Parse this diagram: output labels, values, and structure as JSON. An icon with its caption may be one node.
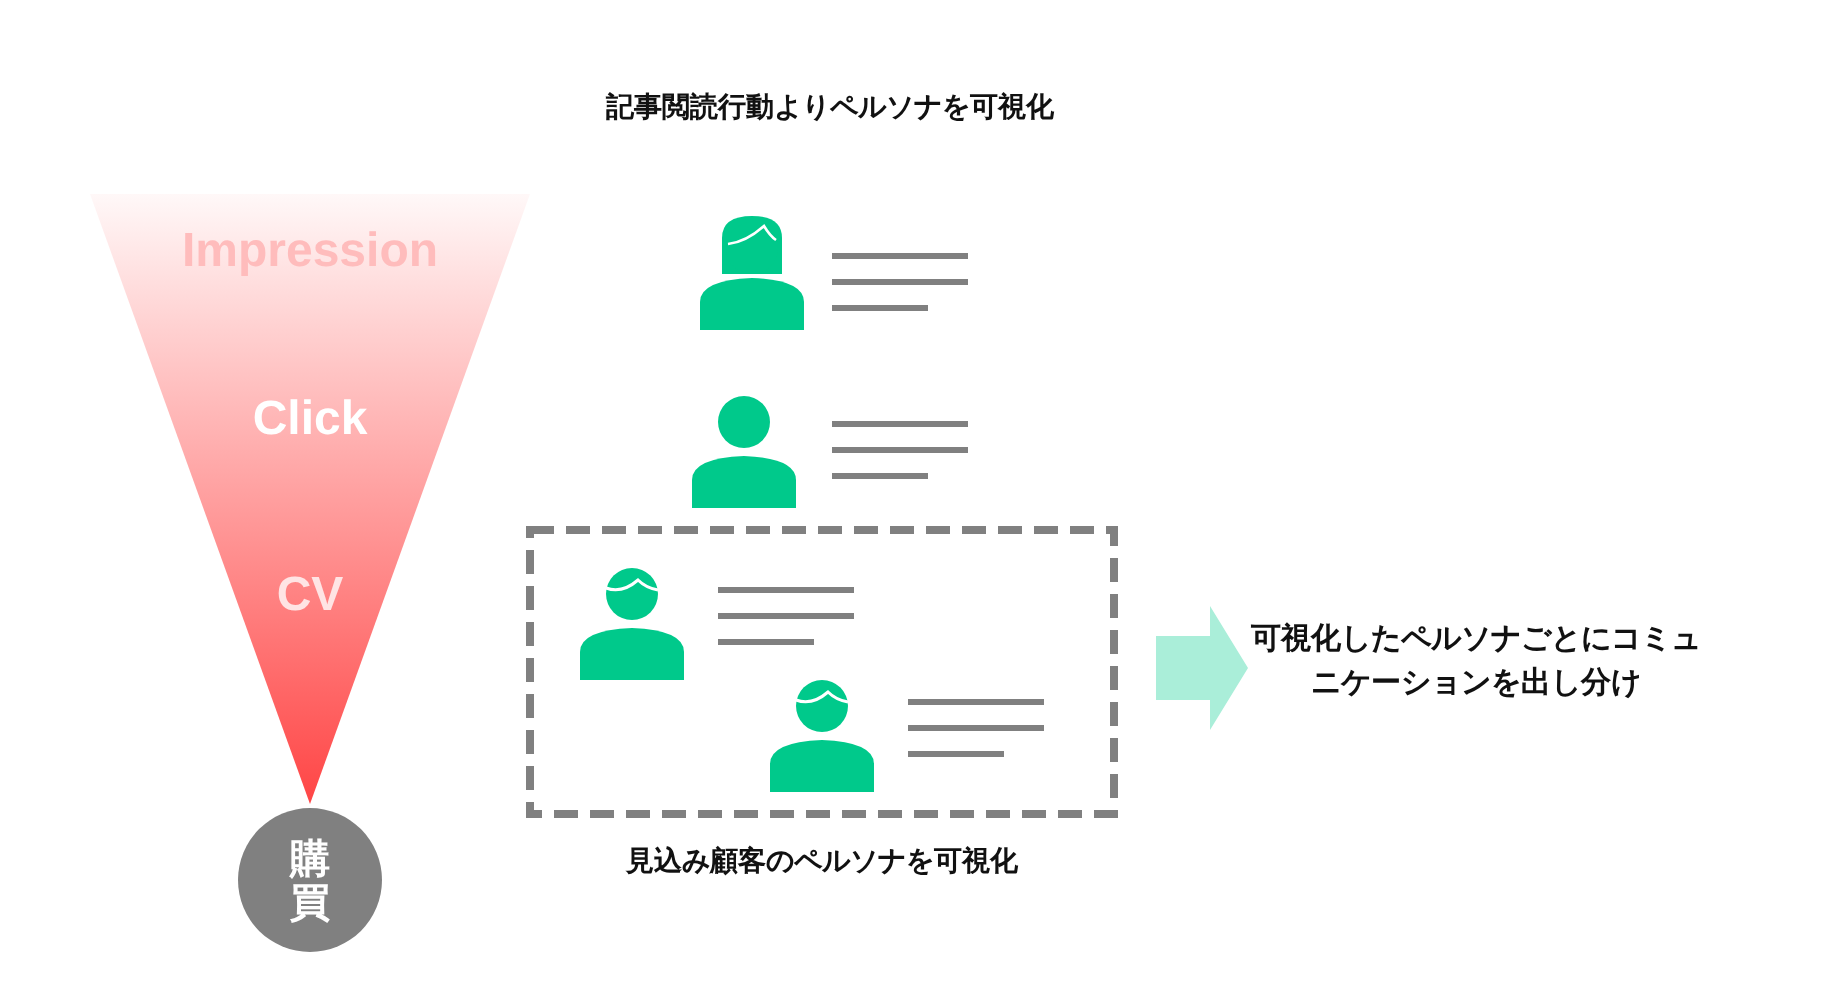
{
  "diagram": {
    "title": "記事閲読行動よりペルソナを可視化",
    "nodes": [
      {
        "text": [
          "Impression",
          "Click",
          "CV"
        ]
      },
      {
        "text": [
          "購買"
        ]
      },
      {
        "text": [
          "見込み顧客のペルソナを可視化"
        ]
      },
      {
        "text": [
          "可視化したペルソナごとにコミュニケーションを出し分け"
        ]
      }
    ],
    "edges": [
      {
        "from": 2,
        "to": 3,
        "arrow": "to"
      }
    ]
  }
}
